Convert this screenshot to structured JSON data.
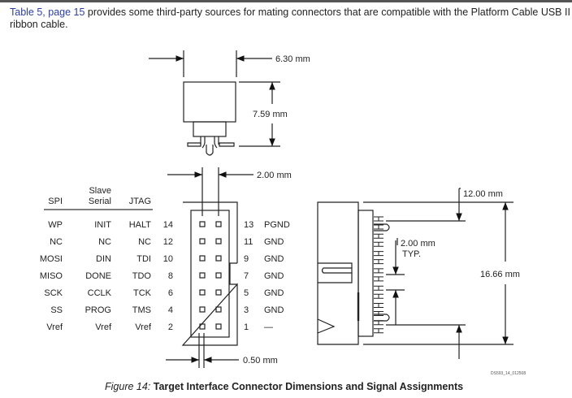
{
  "intro": {
    "link_text": "Table 5, page 15",
    "text": " provides some third-party sources for mating connectors that are compatible with the Platform Cable USB II ribbon cable."
  },
  "dimensions": {
    "top_width": "6.30 mm",
    "top_height": "7.59 mm",
    "pin_pitch": "2.00 mm",
    "pin_size": "0.50 mm",
    "side_offset": "12.00 mm",
    "side_pitch_line1": "2.00 mm",
    "side_pitch_line2": "TYP.",
    "side_height": "16.66 mm"
  },
  "signal_table": {
    "headers": {
      "spi": "SPI",
      "slave_line1": "Slave",
      "slave_line2": "Serial",
      "jtag": "JTAG"
    },
    "left_rows": [
      {
        "spi": "WP",
        "slave": "INIT",
        "jtag": "HALT",
        "pin": "14"
      },
      {
        "spi": "NC",
        "slave": "NC",
        "jtag": "NC",
        "pin": "12"
      },
      {
        "spi": "MOSI",
        "slave": "DIN",
        "jtag": "TDI",
        "pin": "10"
      },
      {
        "spi": "MISO",
        "slave": "DONE",
        "jtag": "TDO",
        "pin": "8"
      },
      {
        "spi": "SCK",
        "slave": "CCLK",
        "jtag": "TCK",
        "pin": "6"
      },
      {
        "spi": "SS",
        "slave": "PROG",
        "jtag": "TMS",
        "pin": "4"
      },
      {
        "spi": "Vref",
        "slave": "Vref",
        "jtag": "Vref",
        "pin": "2"
      }
    ],
    "right_rows": [
      {
        "pin": "13",
        "signal": "PGND"
      },
      {
        "pin": "11",
        "signal": "GND"
      },
      {
        "pin": "9",
        "signal": "GND"
      },
      {
        "pin": "7",
        "signal": "GND"
      },
      {
        "pin": "5",
        "signal": "GND"
      },
      {
        "pin": "3",
        "signal": "GND"
      },
      {
        "pin": "1",
        "signal": "—"
      }
    ]
  },
  "drawing_id": "DS593_14_012508",
  "caption": {
    "number": "Figure 14:",
    "title": "Target Interface Connector Dimensions and Signal Assignments"
  }
}
